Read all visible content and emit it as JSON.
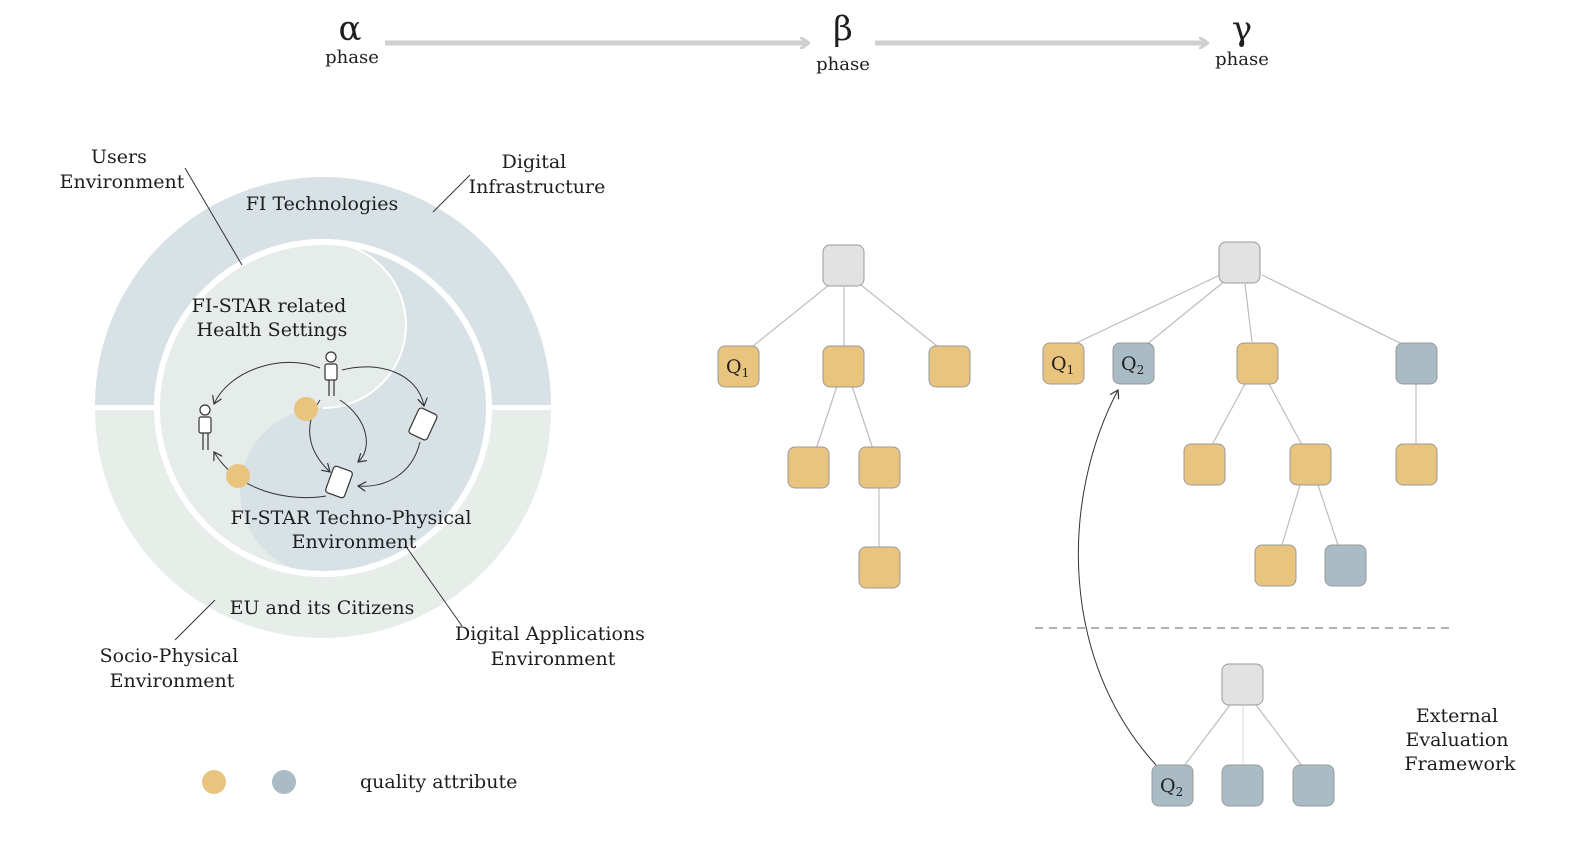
{
  "phases": [
    {
      "symbol": "α",
      "label": "phase"
    },
    {
      "symbol": "β",
      "label": "phase"
    },
    {
      "symbol": "γ",
      "label": "phase"
    }
  ],
  "circle_diagram": {
    "users_environment": [
      "Users",
      "Environment"
    ],
    "digital_infrastructure": [
      "Digital",
      "Infrastructure"
    ],
    "fi_technologies": "FI Technologies",
    "health_settings": [
      "FI-STAR related",
      "Health Settings"
    ],
    "techno_physical": [
      "FI-STAR Techno-Physical",
      "Environment"
    ],
    "eu_citizens": "EU and its Citizens",
    "socio_physical": [
      "Socio-Physical",
      "Environment"
    ],
    "digital_applications": [
      "Digital Applications",
      "Environment"
    ]
  },
  "legend": {
    "label": "quality attribute"
  },
  "colors": {
    "orange": "#e8c47f",
    "blue_gray": "#a9bbc4",
    "light_gray": "#e2e2e2",
    "ring": "#d8e2e6",
    "arrow": "#cfcfcf"
  },
  "trees": {
    "q1_label": "Q",
    "q1_sub": "1",
    "q2_label": "Q",
    "q2_sub": "2"
  },
  "external_framework": [
    "External",
    "Evaluation",
    "Framework"
  ]
}
